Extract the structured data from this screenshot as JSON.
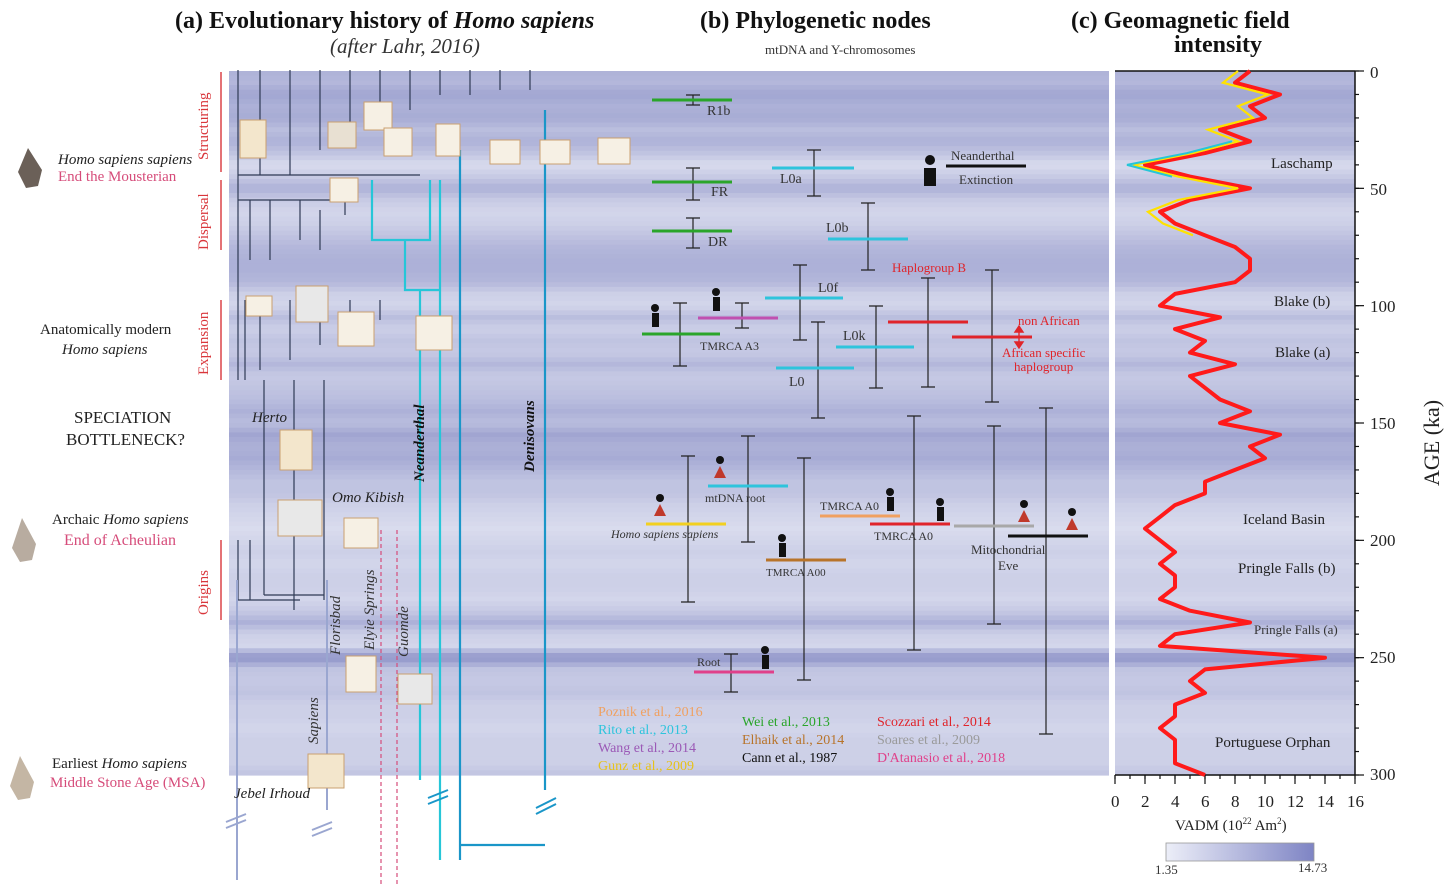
{
  "panel_a": {
    "title_prefix": "(a)",
    "title": "Evolutionary history of",
    "title_italic": "Homo sapiens",
    "subtitle": "(after Lahr, 2016)",
    "phases": [
      "Structuring",
      "Dispersal",
      "Expansion",
      "Origins"
    ],
    "left_labels": {
      "hss_italic": "Homo sapiens sapiens",
      "hss_event": "End the Mousterian",
      "amh_line1": "Anatomically modern",
      "amh_line2": "Homo sapiens",
      "speciation_1": "SPECIATION",
      "speciation_2": "BOTTLENECK?",
      "archaic_prefix": "Archaic",
      "archaic_italic": "Homo sapiens",
      "archaic_event": "End of Acheulian",
      "earliest_prefix": "Earliest",
      "earliest_italic": "Homo sapiens",
      "earliest_event": "Middle Stone Age (MSA)"
    },
    "site_labels": {
      "herto": "Herto",
      "omo": "Omo Kibish",
      "florisbad": "Florisbad",
      "elyie": "Elyie Springs",
      "guomde": "Guomde",
      "sapiens": "Sapiens",
      "jebel": "Jebel Irhoud",
      "neanderthal": "Neanderthal",
      "denisovans": "Denisovans"
    }
  },
  "panel_b": {
    "title": "(b) Phylogenetic nodes",
    "subtitle": "mtDNA and Y-chromosomes",
    "node_labels": {
      "r1b": "R1b",
      "fr": "FR",
      "dr": "DR",
      "l0a": "L0a",
      "l0b": "L0b",
      "l0f": "L0f",
      "l0k": "L0k",
      "l0": "L0",
      "tmrca_a3": "TMRCA A3",
      "haplo_b": "Haplogroup B",
      "non_african": "non African",
      "african_1": "African specific",
      "african_2": "haplogroup",
      "neanderthal": "Neanderthal",
      "extinction": "Extinction",
      "mt_root": "mtDNA root",
      "hss": "Homo sapiens sapiens",
      "tmrca_a0_1": "TMRCA A0",
      "tmrca_a0_2": "TMRCA A0",
      "tmrca_a00": "TMRCA A00",
      "mito_1": "Mitochondrial",
      "mito_2": "Eve",
      "root": "Root"
    },
    "references": [
      {
        "text": "Poznik et al., 2016",
        "color": "#f0a060"
      },
      {
        "text": "Rito et al., 2013",
        "color": "#2ec4dc"
      },
      {
        "text": "Wang et al., 2014",
        "color": "#9b59b6"
      },
      {
        "text": "Gunz et al., 2009",
        "color": "#e6c21a"
      },
      {
        "text": "Wei et al., 2013",
        "color": "#2aa52a"
      },
      {
        "text": "Elhaik et al., 2014",
        "color": "#b8742a"
      },
      {
        "text": "Cann et al., 1987",
        "color": "#111111"
      },
      {
        "text": "Scozzari et al., 2014",
        "color": "#e0242a"
      },
      {
        "text": "Soares et al., 2009",
        "color": "#9a9a9a"
      },
      {
        "text": "D'Atanasio et al., 2018",
        "color": "#e0408a"
      }
    ]
  },
  "panel_c": {
    "title_1": "(c) Geomagnetic field",
    "title_2": "intensity",
    "events": [
      "Laschamp",
      "Blake (b)",
      "Blake (a)",
      "Iceland Basin",
      "Pringle Falls (b)",
      "Pringle Falls (a)",
      "Portuguese Orphan"
    ],
    "x_ticks": [
      "0",
      "2",
      "4",
      "6",
      "8",
      "10",
      "12",
      "14",
      "16"
    ],
    "x_label": "VADM (10",
    "x_label_sup": "22",
    "x_label_unit": " Am",
    "x_label_sup2": "2",
    "x_label_end": ")",
    "colorbar_min": "1.35",
    "colorbar_max": "14.73"
  },
  "age_axis": {
    "ticks": [
      "0",
      "50",
      "100",
      "150",
      "200",
      "250",
      "300"
    ],
    "label": "AGE (ka)"
  },
  "colors": {
    "band_light": "#e6e8f4",
    "band_dark": "#8e93c8",
    "vadm_red": "#ff1a1a",
    "vadm_yellow": "#ffe200",
    "vadm_cyan": "#26c6d8",
    "phase_red": "#d9363b"
  },
  "chart_data": {
    "type": "line",
    "series": [
      {
        "age_ka": [
          0,
          5,
          10,
          15,
          20,
          25,
          30,
          35,
          40,
          45,
          50,
          55,
          60,
          65,
          70,
          75,
          80,
          85,
          90,
          95,
          100,
          105,
          110,
          115,
          120,
          125,
          130,
          135,
          140,
          145,
          150,
          155,
          160,
          165,
          170,
          175,
          180,
          185,
          190,
          195,
          200,
          205,
          210,
          215,
          220,
          225,
          230,
          235,
          240,
          245,
          250,
          255,
          260,
          265,
          270,
          275,
          280,
          285,
          290,
          295,
          300
        ],
        "vadm": [
          9,
          8,
          11,
          9,
          10,
          7,
          9,
          6,
          2,
          5,
          9,
          5,
          3,
          4,
          6,
          8,
          9,
          9,
          8,
          4,
          3,
          7,
          4,
          6,
          5,
          8,
          5,
          6,
          7,
          9,
          7,
          11,
          9,
          10,
          8,
          6,
          6,
          4,
          3,
          2,
          3,
          4,
          3,
          4,
          4,
          3,
          5,
          9,
          4,
          3,
          14,
          6,
          5,
          6,
          4,
          4,
          3,
          4,
          4,
          4,
          6
        ]
      }
    ],
    "xlim": [
      0,
      16
    ],
    "ylim": [
      0,
      300
    ]
  }
}
